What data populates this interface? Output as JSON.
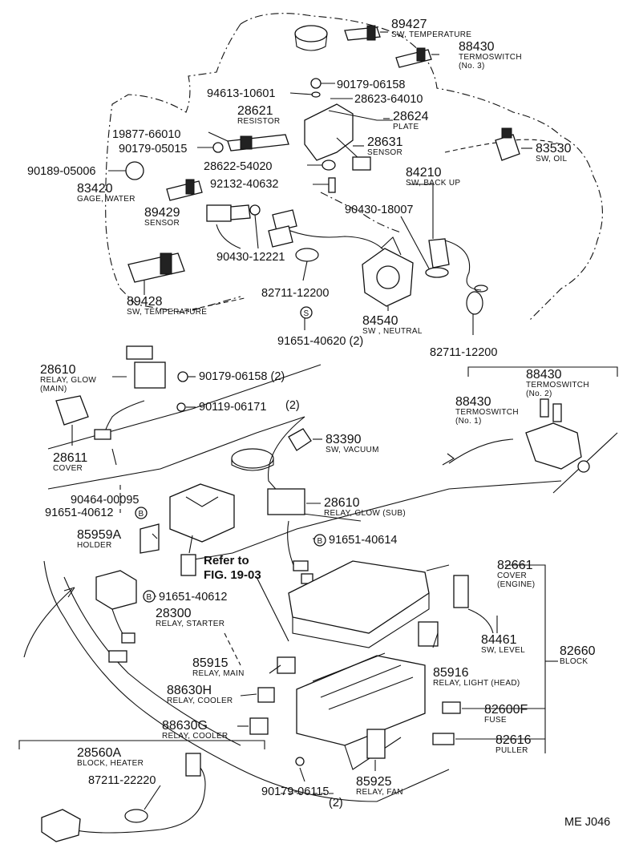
{
  "page_id": "ME J046",
  "refer": {
    "line1": "Refer to",
    "line2": "FIG. 19-03"
  },
  "bolt_symbol": "B",
  "screw_symbol": "S",
  "parts": [
    {
      "id": "p89427",
      "num": "89427",
      "sub": [
        "SW, TEMPERATURE"
      ]
    },
    {
      "id": "p88430a",
      "num": "88430",
      "sub": [
        "TERMOSWITCH",
        "(No. 3)"
      ]
    },
    {
      "id": "p9017906158a",
      "num": "90179-06158",
      "sub": []
    },
    {
      "id": "p9461310601",
      "num": "94613-10601",
      "sub": []
    },
    {
      "id": "p2862364010",
      "num": "28623-64010",
      "sub": []
    },
    {
      "id": "p28621",
      "num": "28621",
      "sub": [
        "RESISTOR"
      ]
    },
    {
      "id": "p28624",
      "num": "28624",
      "sub": [
        "PLATE"
      ]
    },
    {
      "id": "p1987766010",
      "num": "19877-66010",
      "sub": []
    },
    {
      "id": "p28631",
      "num": "28631",
      "sub": [
        "SENSOR"
      ]
    },
    {
      "id": "p9017905015",
      "num": "90179-05015",
      "sub": []
    },
    {
      "id": "p83530",
      "num": "83530",
      "sub": [
        "SW, OIL"
      ]
    },
    {
      "id": "p9018905006",
      "num": "90189-05006",
      "sub": []
    },
    {
      "id": "p2862254020",
      "num": "28622-54020",
      "sub": []
    },
    {
      "id": "p84210",
      "num": "84210",
      "sub": [
        "SW, BACK UP"
      ]
    },
    {
      "id": "p83420",
      "num": "83420",
      "sub": [
        "GAGE, WATER"
      ]
    },
    {
      "id": "p9213240632",
      "num": "92132-40632",
      "sub": []
    },
    {
      "id": "p9043018007",
      "num": "90430-18007",
      "sub": []
    },
    {
      "id": "p89429",
      "num": "89429",
      "sub": [
        "SENSOR"
      ]
    },
    {
      "id": "p9043012221",
      "num": "90430-12221",
      "sub": []
    },
    {
      "id": "p8271112200a",
      "num": "82711-12200",
      "sub": []
    },
    {
      "id": "p89428",
      "num": "89428",
      "sub": [
        "SW, TEMPERATURE"
      ]
    },
    {
      "id": "p84540",
      "num": "84540",
      "sub": [
        "SW , NEUTRAL"
      ]
    },
    {
      "id": "p9165140620",
      "num": "91651-40620 (2)",
      "sub": []
    },
    {
      "id": "p8271112200b",
      "num": "82711-12200",
      "sub": []
    },
    {
      "id": "p28610a",
      "num": "28610",
      "sub": [
        "RELAY, GLOW",
        "(MAIN)"
      ]
    },
    {
      "id": "p9017906158b",
      "num": "90179-06158 (2)",
      "sub": []
    },
    {
      "id": "p88430b",
      "num": "88430",
      "sub": [
        "TERMOSWITCH",
        "(No. 2)"
      ]
    },
    {
      "id": "p88430c",
      "num": "88430",
      "sub": [
        "TERMOSWITCH",
        "(No. 1)"
      ]
    },
    {
      "id": "p9011906171",
      "num": "90119-06171",
      "sub": []
    },
    {
      "id": "p9011906171q",
      "num": "(2)",
      "sub": []
    },
    {
      "id": "p28611",
      "num": "28611",
      "sub": [
        "COVER"
      ]
    },
    {
      "id": "p83390",
      "num": "83390",
      "sub": [
        "SW, VACUUM"
      ]
    },
    {
      "id": "p9046400095",
      "num": "90464-00095",
      "sub": []
    },
    {
      "id": "p9165140612a",
      "num": "91651-40612",
      "sub": []
    },
    {
      "id": "p28610b",
      "num": "28610",
      "sub": [
        "RELAY, GLOW (SUB)"
      ]
    },
    {
      "id": "p85959a",
      "num": "85959A",
      "sub": [
        "HOLDER"
      ]
    },
    {
      "id": "p9165140614",
      "num": "91651-40614",
      "sub": []
    },
    {
      "id": "p82661",
      "num": "82661",
      "sub": [
        "COVER",
        "(ENGINE)"
      ]
    },
    {
      "id": "p9165140612b",
      "num": "91651-40612",
      "sub": []
    },
    {
      "id": "p28300",
      "num": "28300",
      "sub": [
        "RELAY, STARTER"
      ]
    },
    {
      "id": "p84461",
      "num": "84461",
      "sub": [
        "SW, LEVEL"
      ]
    },
    {
      "id": "p82660",
      "num": "82660",
      "sub": [
        "BLOCK"
      ]
    },
    {
      "id": "p85915",
      "num": "85915",
      "sub": [
        "RELAY, MAIN"
      ]
    },
    {
      "id": "p85916",
      "num": "85916",
      "sub": [
        "RELAY, LIGHT (HEAD)"
      ]
    },
    {
      "id": "p88630h",
      "num": "88630H",
      "sub": [
        "RELAY, COOLER"
      ]
    },
    {
      "id": "p82600f",
      "num": "82600F",
      "sub": [
        "FUSE"
      ]
    },
    {
      "id": "p88630g",
      "num": "88630G",
      "sub": [
        "RELAY, COOLER"
      ]
    },
    {
      "id": "p82616",
      "num": "82616",
      "sub": [
        "PULLER"
      ]
    },
    {
      "id": "p28560a",
      "num": "28560A",
      "sub": [
        "BLOCK, HEATER"
      ]
    },
    {
      "id": "p8721122220",
      "num": "87211-22220",
      "sub": []
    },
    {
      "id": "p85925",
      "num": "85925",
      "sub": [
        "RELAY, FAN"
      ]
    },
    {
      "id": "p9017906115",
      "num": "90179-06115",
      "sub": []
    },
    {
      "id": "p9017906115q",
      "num": "(2)",
      "sub": []
    }
  ]
}
